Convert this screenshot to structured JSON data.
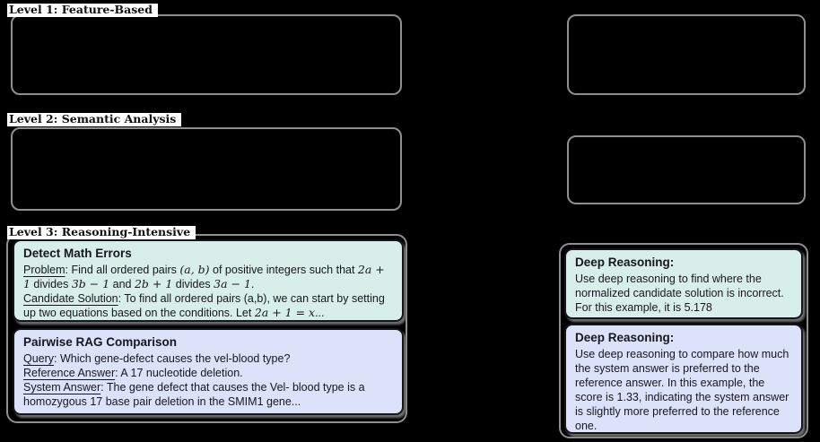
{
  "colors": {
    "background": "#000000",
    "label_bg": "#ffffff",
    "box_border": "#8f8f8f",
    "card_border": "#14161c",
    "mint": "#d7eee9",
    "lavender": "#dce2f9",
    "text": "#16161f"
  },
  "labels": {
    "level1": "Level 1: Feature-Based",
    "level2": "Level 2: Semantic Analysis",
    "level3": "Level 3: Reasoning-Intensive"
  },
  "level3": {
    "detect_math_errors": {
      "title": "Detect Math Errors",
      "problem": {
        "label": "Problem",
        "seg1": ": Find all ordered pairs ",
        "math1": "(a, b)",
        "seg2": " of positive integers such that ",
        "math2": "2a + 1",
        "seg3": " divides ",
        "math3": "3b − 1",
        "seg4": " and ",
        "math4": "2b + 1",
        "seg5": " divides ",
        "math5": "3a − 1",
        "seg6": "."
      },
      "candidate": {
        "label": "Candidate Solution",
        "seg1": ": To find all ordered pairs (a,b), we can start by setting up two equations based on the conditions. Let ",
        "math1": "2a + 1 = x",
        "seg2": "..."
      }
    },
    "pairwise_rag": {
      "title": "Pairwise RAG Comparison",
      "query": {
        "label": "Query",
        "text": ": Which gene-defect causes the vel-blood type?"
      },
      "reference": {
        "label": "Reference Answer",
        "text": ": A 17 nucleotide deletion."
      },
      "system": {
        "label": "System Answer",
        "text": ": The gene defect that causes the Vel- blood type is a homozygous 17 base pair deletion in the SMIM1 gene..."
      }
    },
    "deep_reasoning_math": {
      "title": "Deep Reasoning:",
      "body": "Use deep reasoning to find where the normalized candidate solution is incorrect. For this example, it is 5.178"
    },
    "deep_reasoning_rag": {
      "title": "Deep Reasoning:",
      "body": "Use deep reasoning to compare how much the system answer is preferred to the reference answer. In this example, the score is 1.33, indicating the system answer is slightly more preferred to the reference one."
    }
  }
}
